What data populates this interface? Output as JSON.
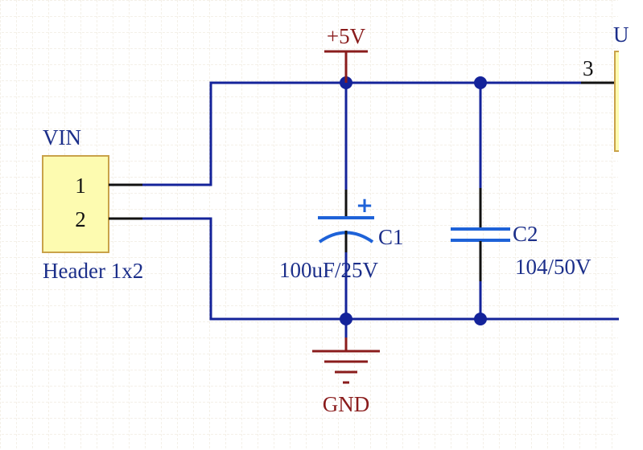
{
  "power": {
    "vcc_label": "+5V",
    "gnd_label": "GND"
  },
  "header": {
    "designator": "VIN",
    "comment": "Header 1x2",
    "pins": [
      "1",
      "2"
    ]
  },
  "c1": {
    "designator": "C1",
    "value": "100uF/25V",
    "polarity": "+"
  },
  "c2": {
    "designator": "C2",
    "value": "104/50V"
  },
  "u1": {
    "designator_partial": "U",
    "pin": "3"
  },
  "colors": {
    "wire": "#14239a",
    "power": "#8a1c1c",
    "component_fill": "#fdfbb0",
    "component_border": "#c9a24a",
    "grid": "#e6e0d0",
    "pin": "#111111"
  }
}
